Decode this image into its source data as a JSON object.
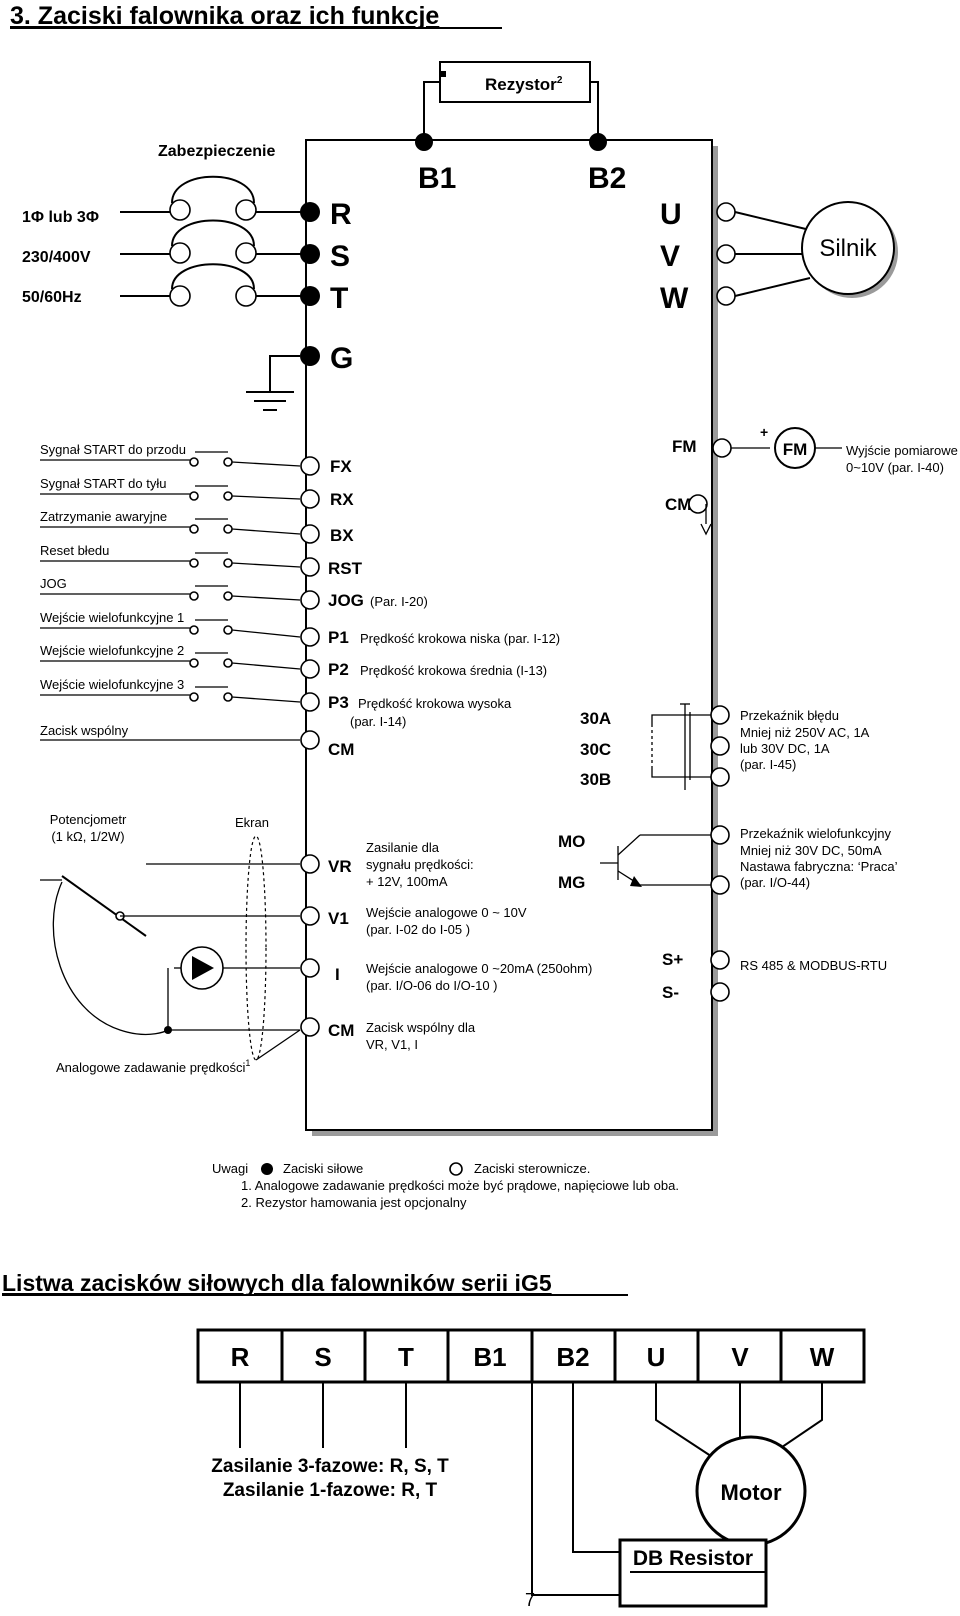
{
  "title": "3. Zaciski falownika oraz ich funkcje",
  "resistor": "Rezystor",
  "resistor_sup": "2",
  "protection": "Zabezpieczenie",
  "supply": [
    "1Φ lub 3Φ",
    "230/400V",
    "50/60Hz"
  ],
  "power_in": [
    "R",
    "S",
    "T",
    "G"
  ],
  "brake_terminals": [
    "B1",
    "B2"
  ],
  "power_out": [
    "U",
    "V",
    "W"
  ],
  "motor": "Silnik",
  "inputs_left": [
    "Sygnał START do przodu",
    "Sygnał START do tyłu",
    "Zatrzymanie awaryjne",
    "Reset błedu",
    "JOG",
    "Wejście wielofunkcyjne 1",
    "Wejście wielofunkcyjne 2",
    "Wejście wielofunkcyjne 3",
    "Zacisk wspólny"
  ],
  "input_terms": [
    "FX",
    "RX",
    "BX",
    "RST",
    "JOG",
    "P1",
    "P2",
    "P3",
    "CM"
  ],
  "input_notes": {
    "jog": "(Par. I-20)",
    "p1": "Prędkość krokowa niska (par. I-12)",
    "p2": "Prędkość krokowa średnia (I-13)",
    "p3_1": "Prędkość krokowa wysoka",
    "p3_2": "(par. I-14)"
  },
  "fm_terms": [
    "FM",
    "CM"
  ],
  "fm_meter": "FM",
  "fm_plus": "+",
  "fm_desc": [
    "Wyjście pomiarowe",
    "0~10V (par. I-40)"
  ],
  "relay_terms": [
    "30A",
    "30C",
    "30B"
  ],
  "relay_desc": [
    "Przekaźnik błędu",
    "Mniej niż 250V AC, 1A",
    "lub 30V DC, 1A",
    "(par. I-45)"
  ],
  "pot_label": [
    "Potencjometr",
    "(1 kΩ, 1/2W)"
  ],
  "screen": "Ekran",
  "analog_terms": [
    "VR",
    "V1",
    "I",
    "CM"
  ],
  "analog_desc": {
    "vr": [
      "Zasilanie dla",
      "sygnału prędkości:",
      "+ 12V, 100mA"
    ],
    "v1": [
      "Wejście analogowe 0 ~ 10V",
      "(par. I-02 do I-05 )"
    ],
    "i": [
      "Wejście analogowe 0 ~20mA (250ohm)",
      "(par. I/O-06 do I/O-10 )"
    ],
    "cm": [
      "Zacisk wspólny dla",
      "VR, V1, I"
    ]
  },
  "mo_terms": [
    "MO",
    "MG"
  ],
  "mo_desc": [
    "Przekaźnik wielofunkcyjny",
    "Mniej niż 30V DC, 50mA",
    "Nastawa fabryczna: ‘Praca’",
    "(par. I/O-44)"
  ],
  "rs_terms": [
    "S+",
    "S-"
  ],
  "rs_desc": "RS 485 & MODBUS-RTU",
  "analog_ref": "Analogowe zadawanie prędkości",
  "analog_ref_sup": "1",
  "notes": {
    "uwagi": "Uwagi",
    "power": "Zaciski siłowe",
    "control": "Zaciski sterownicze.",
    "n1": "1. Analogowe zadawanie prędkości może być prądowe, napięciowe lub oba.",
    "n2": "2. Rezystor hamowania jest opcjonalny"
  },
  "section2_title": "Listwa zacisków siłowych dla falowników serii iG5",
  "strip": [
    "R",
    "S",
    "T",
    "B1",
    "B2",
    "U",
    "V",
    "W"
  ],
  "supply_info": [
    "Zasilanie 3-fazowe: R, S, T",
    "Zasilanie 1-fazowe: R, T"
  ],
  "motor_box": "Motor",
  "db_resistor": "DB Resistor",
  "page_number": "7"
}
